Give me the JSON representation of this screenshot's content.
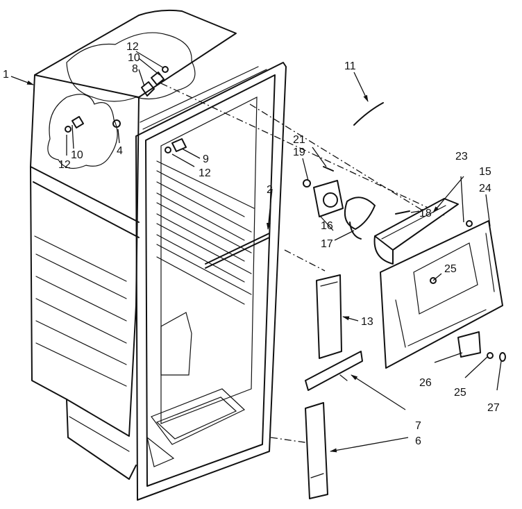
{
  "callouts": {
    "p1": "1",
    "p2": "2",
    "p4": "4",
    "p6": "6",
    "p7": "7",
    "p8": "8",
    "p9": "9",
    "p10a": "10",
    "p10b": "10",
    "p11": "11",
    "p12a": "12",
    "p12b": "12",
    "p12c": "12",
    "p13": "13",
    "p15": "15",
    "p16": "16",
    "p17": "17",
    "p18": "18",
    "p19": "19",
    "p21": "21",
    "p23": "23",
    "p24": "24",
    "p25a": "25",
    "p25b": "25",
    "p26": "26",
    "p27": "27"
  }
}
